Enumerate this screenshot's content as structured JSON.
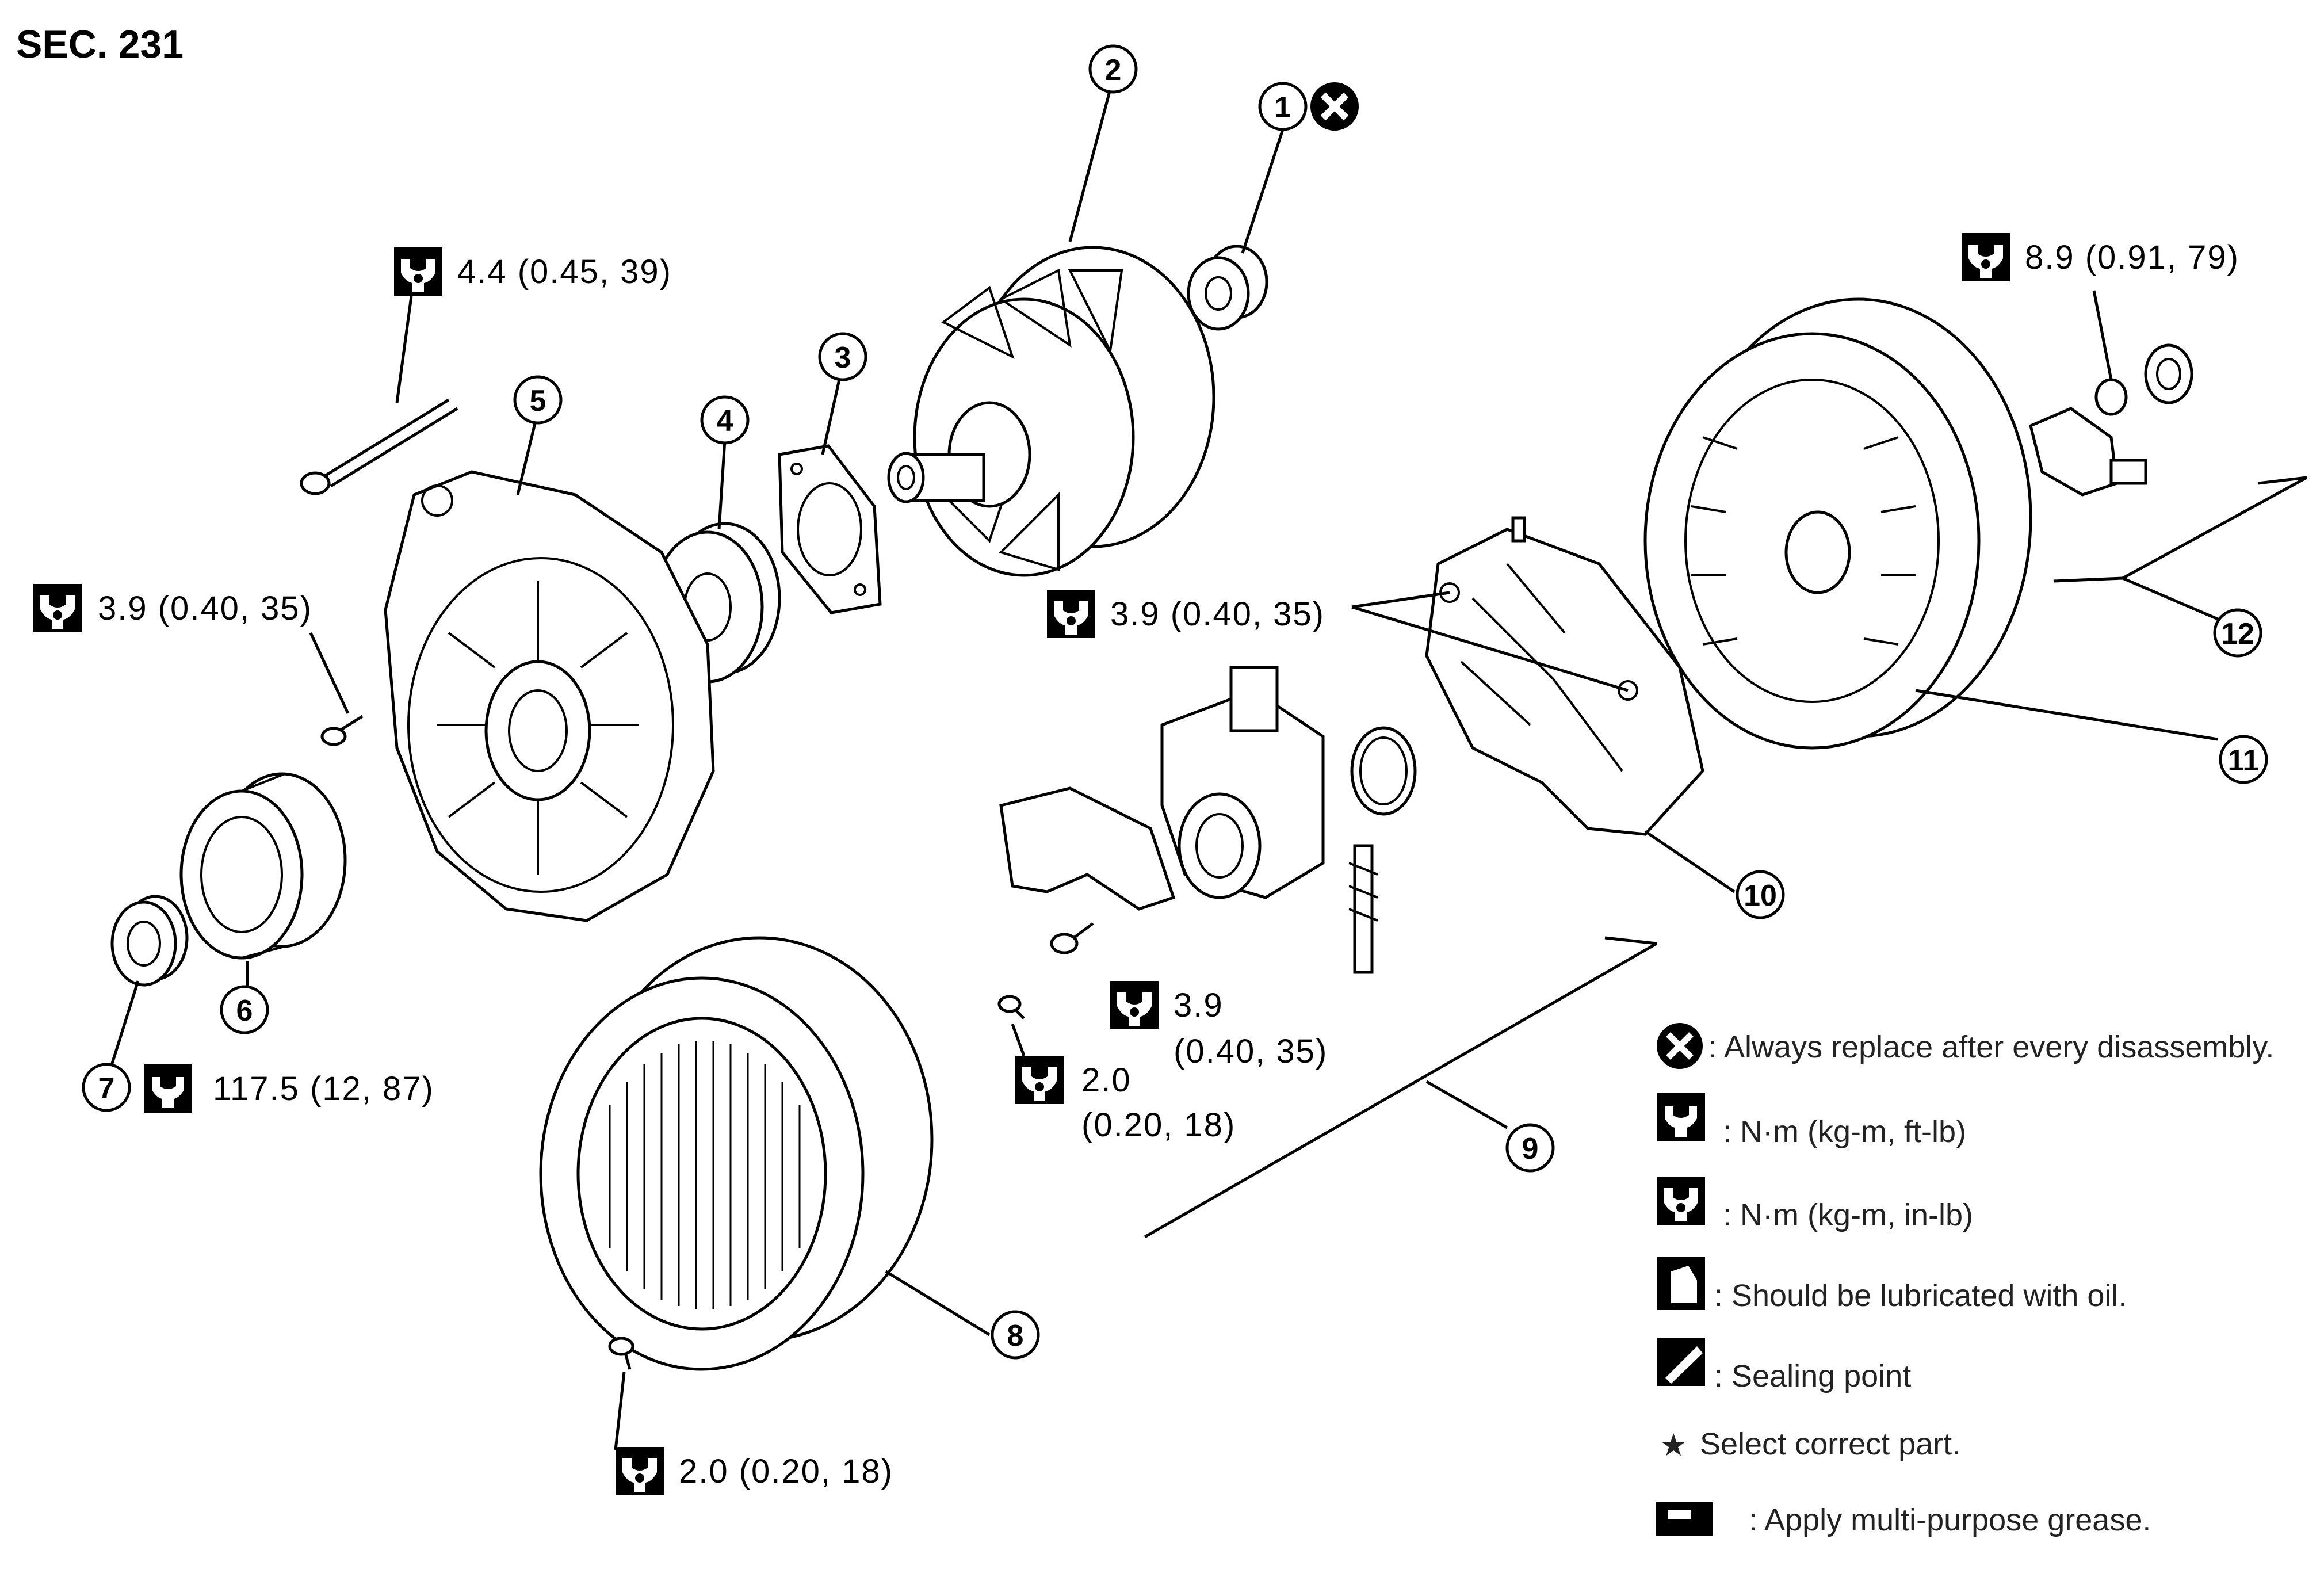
{
  "section": "SEC. 231",
  "torques": {
    "t_4_4": "4.4 (0.45, 39)",
    "t_3_9_left": "3.9 (0.40, 35)",
    "t_117_5": "117.5 (12, 87)",
    "t_2_0_bottom": "2.0 (0.20, 18)",
    "t_3_9_mid": "3.9 (0.40, 35)",
    "t_3_9_low_a": "3.9",
    "t_3_9_low_b": "(0.40, 35)",
    "t_2_0_mid_a": "2.0",
    "t_2_0_mid_b": "(0.20, 18)",
    "t_8_9": "8.9 (0.91, 79)"
  },
  "callouts": [
    "1",
    "2",
    "3",
    "4",
    "5",
    "6",
    "7",
    "8",
    "9",
    "10",
    "11",
    "12"
  ],
  "legend": {
    "replace": ": Always replace after every disassembly.",
    "nm_ftlb": ": N·m (kg-m, ft-lb)",
    "nm_inlb": ": N·m (kg-m, in-lb)",
    "oil": ": Should be lubricated with oil.",
    "sealing": ": Sealing point",
    "select": "Select correct part.",
    "grease": ": Apply multi-purpose grease."
  },
  "icons": [
    "torque-wrench-ftlb-icon",
    "torque-wrench-inlb-icon",
    "replace-x-icon",
    "oil-can-icon",
    "sealing-icon",
    "star-icon",
    "grease-icon"
  ]
}
